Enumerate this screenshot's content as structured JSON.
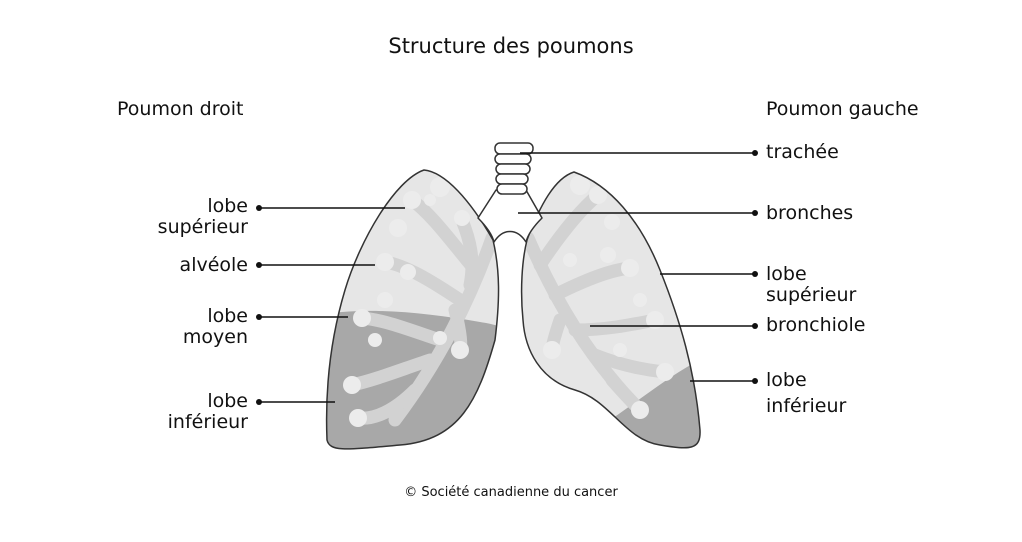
{
  "title": "Structure des poumons",
  "right_lung_title": "Poumon droit",
  "left_lung_title": "Poumon gauche",
  "left_labels": {
    "upper_lobe_1": "lobe",
    "upper_lobe_2": "supérieur",
    "alveolus": "alvéole",
    "middle_lobe_1": "lobe",
    "middle_lobe_2": "moyen",
    "lower_lobe_1": "lobe",
    "lower_lobe_2": "inférieur"
  },
  "right_labels": {
    "trachea": "trachée",
    "bronchi": "bronches",
    "upper_lobe_1": "lobe",
    "upper_lobe_2": "supérieur",
    "bronchiole": "bronchiole",
    "lower_lobe_1": "lobe",
    "lower_lobe_2": "inférieur"
  },
  "copyright": "© Société canadienne du cancer",
  "colors": {
    "lung_upper": "#e6e6e6",
    "lung_lower": "#a8a8a8",
    "airway": "#d2d2d2",
    "alveoli": "#ececec",
    "outline": "#333333"
  }
}
